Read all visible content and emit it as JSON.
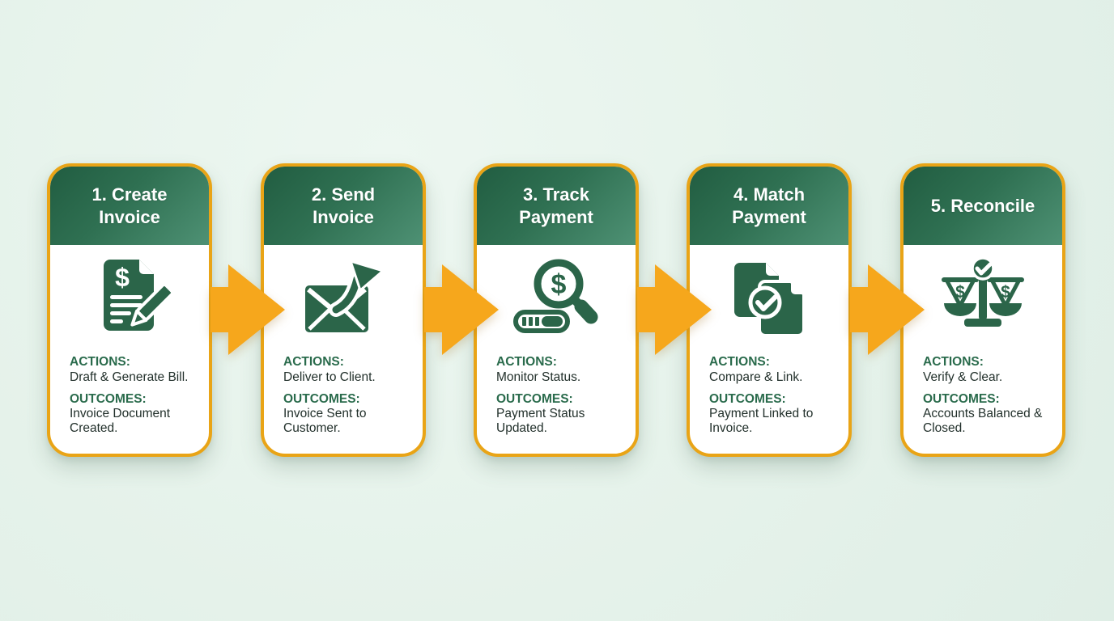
{
  "diagram": {
    "type": "process-flow",
    "direction": "left-to-right",
    "colors": {
      "card_border_gold": "#E9A416",
      "arrow_amber": "#F6A71C",
      "header_green_dark": "#215D41",
      "header_green_light": "#4E9174",
      "icon_green": "#2B6549",
      "label_green": "#2A6B4C",
      "body_text": "#22302B",
      "card_background": "#FFFFFF",
      "page_background": "#E5F2EA"
    },
    "steps": [
      {
        "order": 1,
        "title": "1. Create Invoice",
        "icon": "invoice-document-pen-icon",
        "actions_label": "ACTIONS:",
        "actions_text": "Draft & Generate Bill.",
        "outcomes_label": "OUTCOMES:",
        "outcomes_text": "Invoice Document Created."
      },
      {
        "order": 2,
        "title": "2. Send Invoice",
        "icon": "send-invoice-envelope-icon",
        "actions_label": "ACTIONS:",
        "actions_text": "Deliver to Client.",
        "outcomes_label": "OUTCOMES:",
        "outcomes_text": "Invoice Sent to Customer."
      },
      {
        "order": 3,
        "title": "3. Track Payment",
        "icon": "track-payment-search-icon",
        "actions_label": "ACTIONS:",
        "actions_text": "Monitor Status.",
        "outcomes_label": "OUTCOMES:",
        "outcomes_text": "Payment Status Updated."
      },
      {
        "order": 4,
        "title": "4. Match Payment",
        "icon": "match-payment-documents-icon",
        "actions_label": "ACTIONS:",
        "actions_text": "Compare & Link.",
        "outcomes_label": "OUTCOMES:",
        "outcomes_text": "Payment Linked to Invoice."
      },
      {
        "order": 5,
        "title": "5. Reconcile",
        "icon": "reconcile-balance-scale-icon",
        "actions_label": "ACTIONS:",
        "actions_text": "Verify & Clear.",
        "outcomes_label": "OUTCOMES:",
        "outcomes_text": "Accounts Balanced & Closed."
      }
    ]
  }
}
